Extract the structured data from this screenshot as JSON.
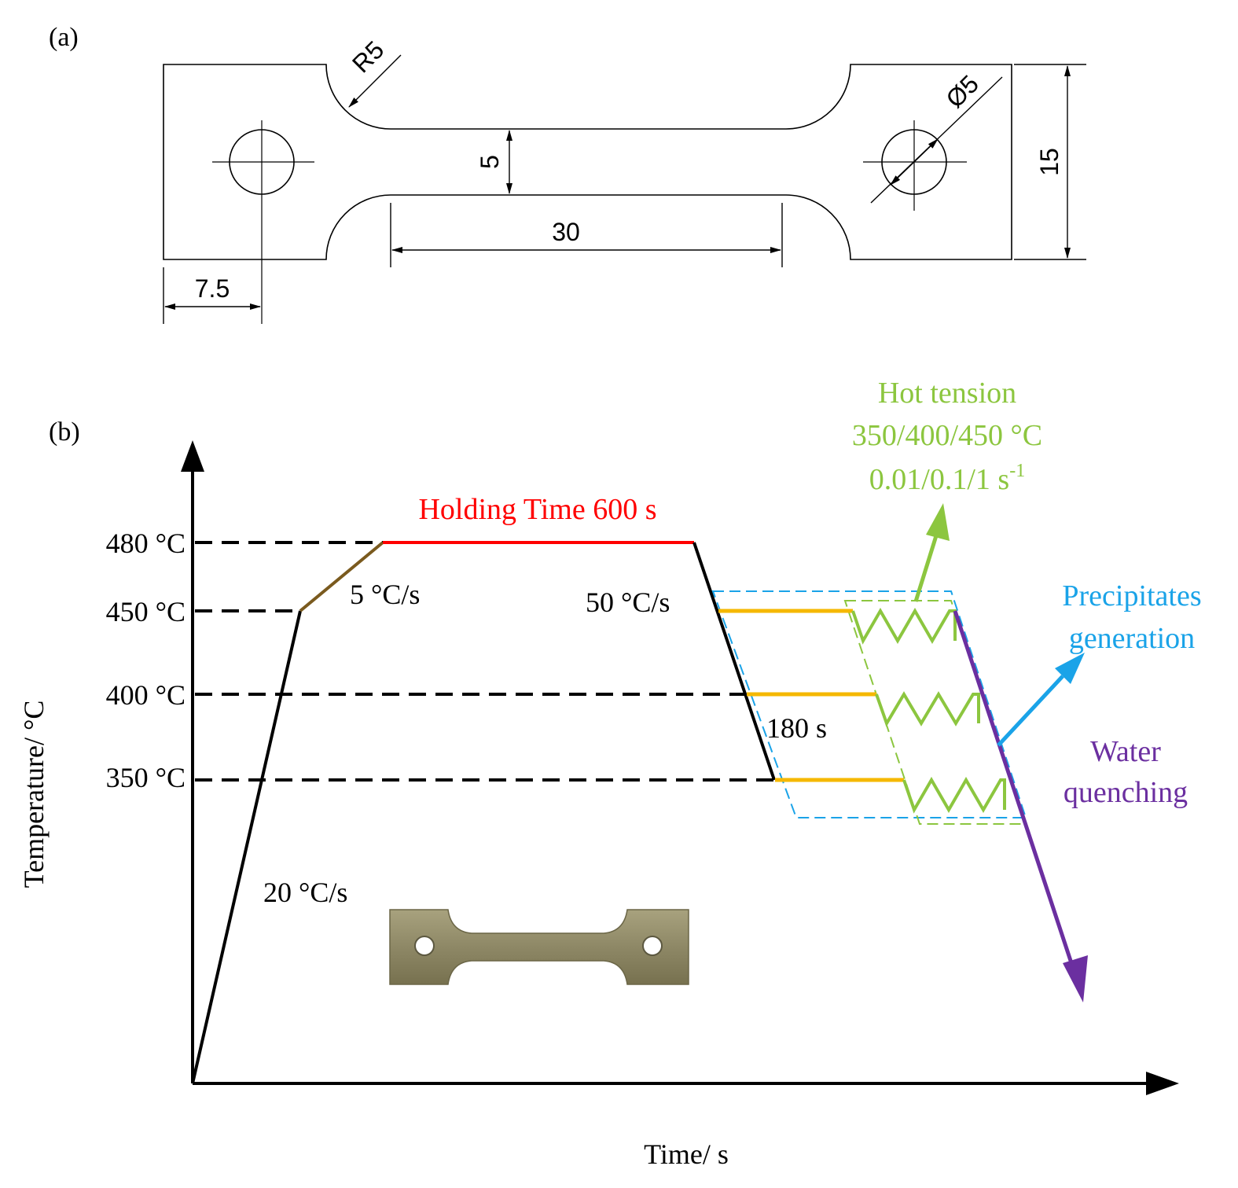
{
  "panel_a": {
    "label": "(a)",
    "dims": {
      "fillet_radius": "R5",
      "hole_diameter": "Ø5",
      "total_width": "15",
      "gauge_width": "5",
      "gauge_length": "30",
      "hole_offset": "7.5"
    }
  },
  "panel_b": {
    "label": "(b)",
    "y_axis_label": "Temperature/ °C",
    "x_axis_label": "Time/ s",
    "temperature_levels": [
      {
        "name": "t480",
        "value": 480,
        "label": "480 °C"
      },
      {
        "name": "t450",
        "value": 450,
        "label": "450 °C"
      },
      {
        "name": "t400",
        "value": 400,
        "label": "400 °C"
      },
      {
        "name": "t350",
        "value": 350,
        "label": "350 °C"
      }
    ],
    "annotations": {
      "heating_rate_1": "20 °C/s",
      "heating_rate_2": "5 °C/s",
      "holding": "Holding Time 600 s",
      "cooling_rate": "50 °C/s",
      "tension_hold": "180 s",
      "hot_tension_title": "Hot tension",
      "hot_tension_temps": "350/400/450 °C",
      "hot_tension_rates": "0.01/0.1/1 s",
      "hot_tension_rates_sup": "-1",
      "precipitates_1": "Precipitates",
      "precipitates_2": "generation",
      "quench_1": "Water",
      "quench_2": "quenching"
    },
    "colors": {
      "axis": "#000000",
      "heating_slow": "#7a5a1e",
      "holding": "#ff0000",
      "isothermal": "#f5b800",
      "tension": "#8cc63f",
      "precipitates": "#1aa3e8",
      "quench": "#6b2fa0"
    }
  }
}
